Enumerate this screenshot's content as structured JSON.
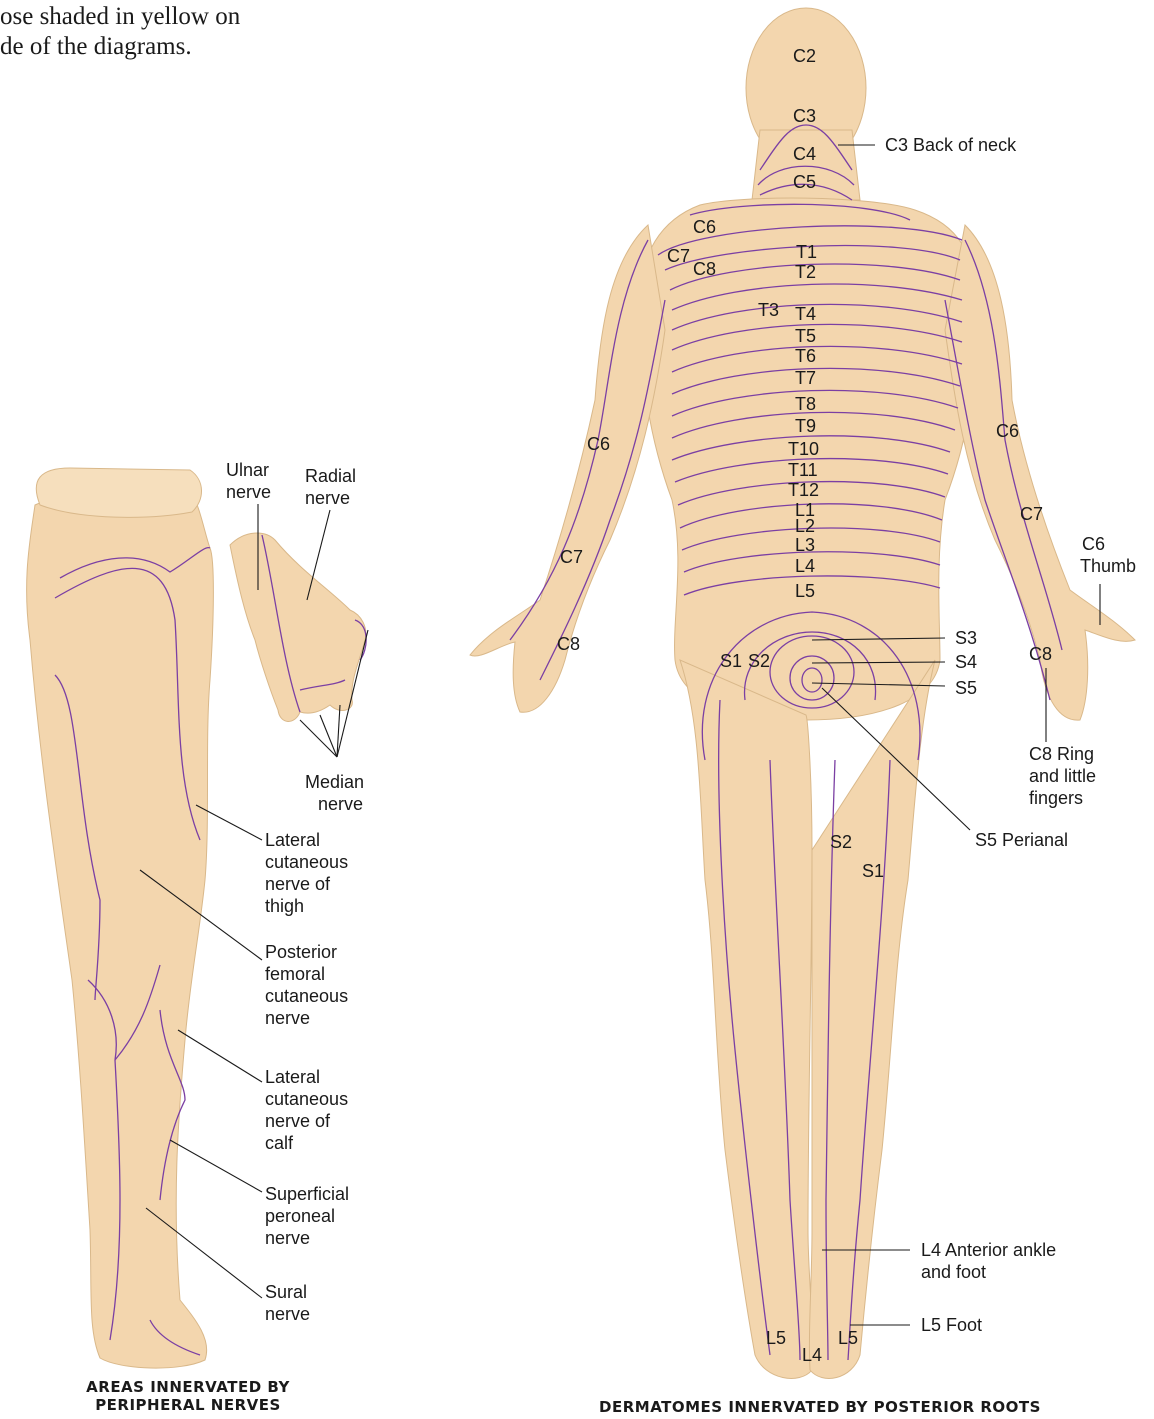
{
  "intro_text": [
    "ose shaded in yellow on",
    "de of the diagrams."
  ],
  "left_diagram": {
    "caption_line1": "AREAS INNERVATED BY",
    "caption_line2": "PERIPHERAL NERVES",
    "labels": {
      "ulnar": [
        "Ulnar",
        "nerve"
      ],
      "radial": [
        "Radial",
        "nerve"
      ],
      "median": [
        "Median",
        "nerve"
      ],
      "lateral_thigh": [
        "Lateral",
        "cutaneous",
        "nerve of",
        "thigh"
      ],
      "posterior_femoral": [
        "Posterior",
        "femoral",
        "cutaneous",
        "nerve"
      ],
      "lateral_calf": [
        "Lateral",
        "cutaneous",
        "nerve of",
        "calf"
      ],
      "superficial_peroneal": [
        "Superficial",
        "peroneal",
        "nerve"
      ],
      "sural": [
        "Sural",
        "nerve"
      ]
    }
  },
  "right_diagram": {
    "caption": "DERMATOMES INNERVATED BY POSTERIOR ROOTS",
    "segments": {
      "c2": "C2",
      "c3": "C3",
      "c4": "C4",
      "c5": "C5",
      "c6": "C6",
      "c7": "C7",
      "c8": "C8",
      "t1": "T1",
      "t2": "T2",
      "t3": "T3",
      "t4": "T4",
      "t5": "T5",
      "t6": "T6",
      "t7": "T7",
      "t8": "T8",
      "t9": "T9",
      "t10": "T10",
      "t11": "T11",
      "t12": "T12",
      "l1": "L1",
      "l2": "L2",
      "l3": "L3",
      "l4": "L4",
      "l5": "L5",
      "s1": "S1",
      "s2": "S2",
      "s3": "S3",
      "s4": "S4",
      "s5": "S5"
    },
    "callouts": {
      "back_of_neck": "C3 Back of neck",
      "thumb": [
        "C6",
        "Thumb"
      ],
      "ring_little": [
        "C8 Ring",
        "and little",
        "fingers"
      ],
      "perianal": "S5 Perianal",
      "anterior_ankle": [
        "L4 Anterior ankle",
        "and foot"
      ],
      "foot": "L5 Foot"
    }
  },
  "colors": {
    "skin": "#f3d6ae",
    "dermatome_line": "#7b3fa3"
  }
}
